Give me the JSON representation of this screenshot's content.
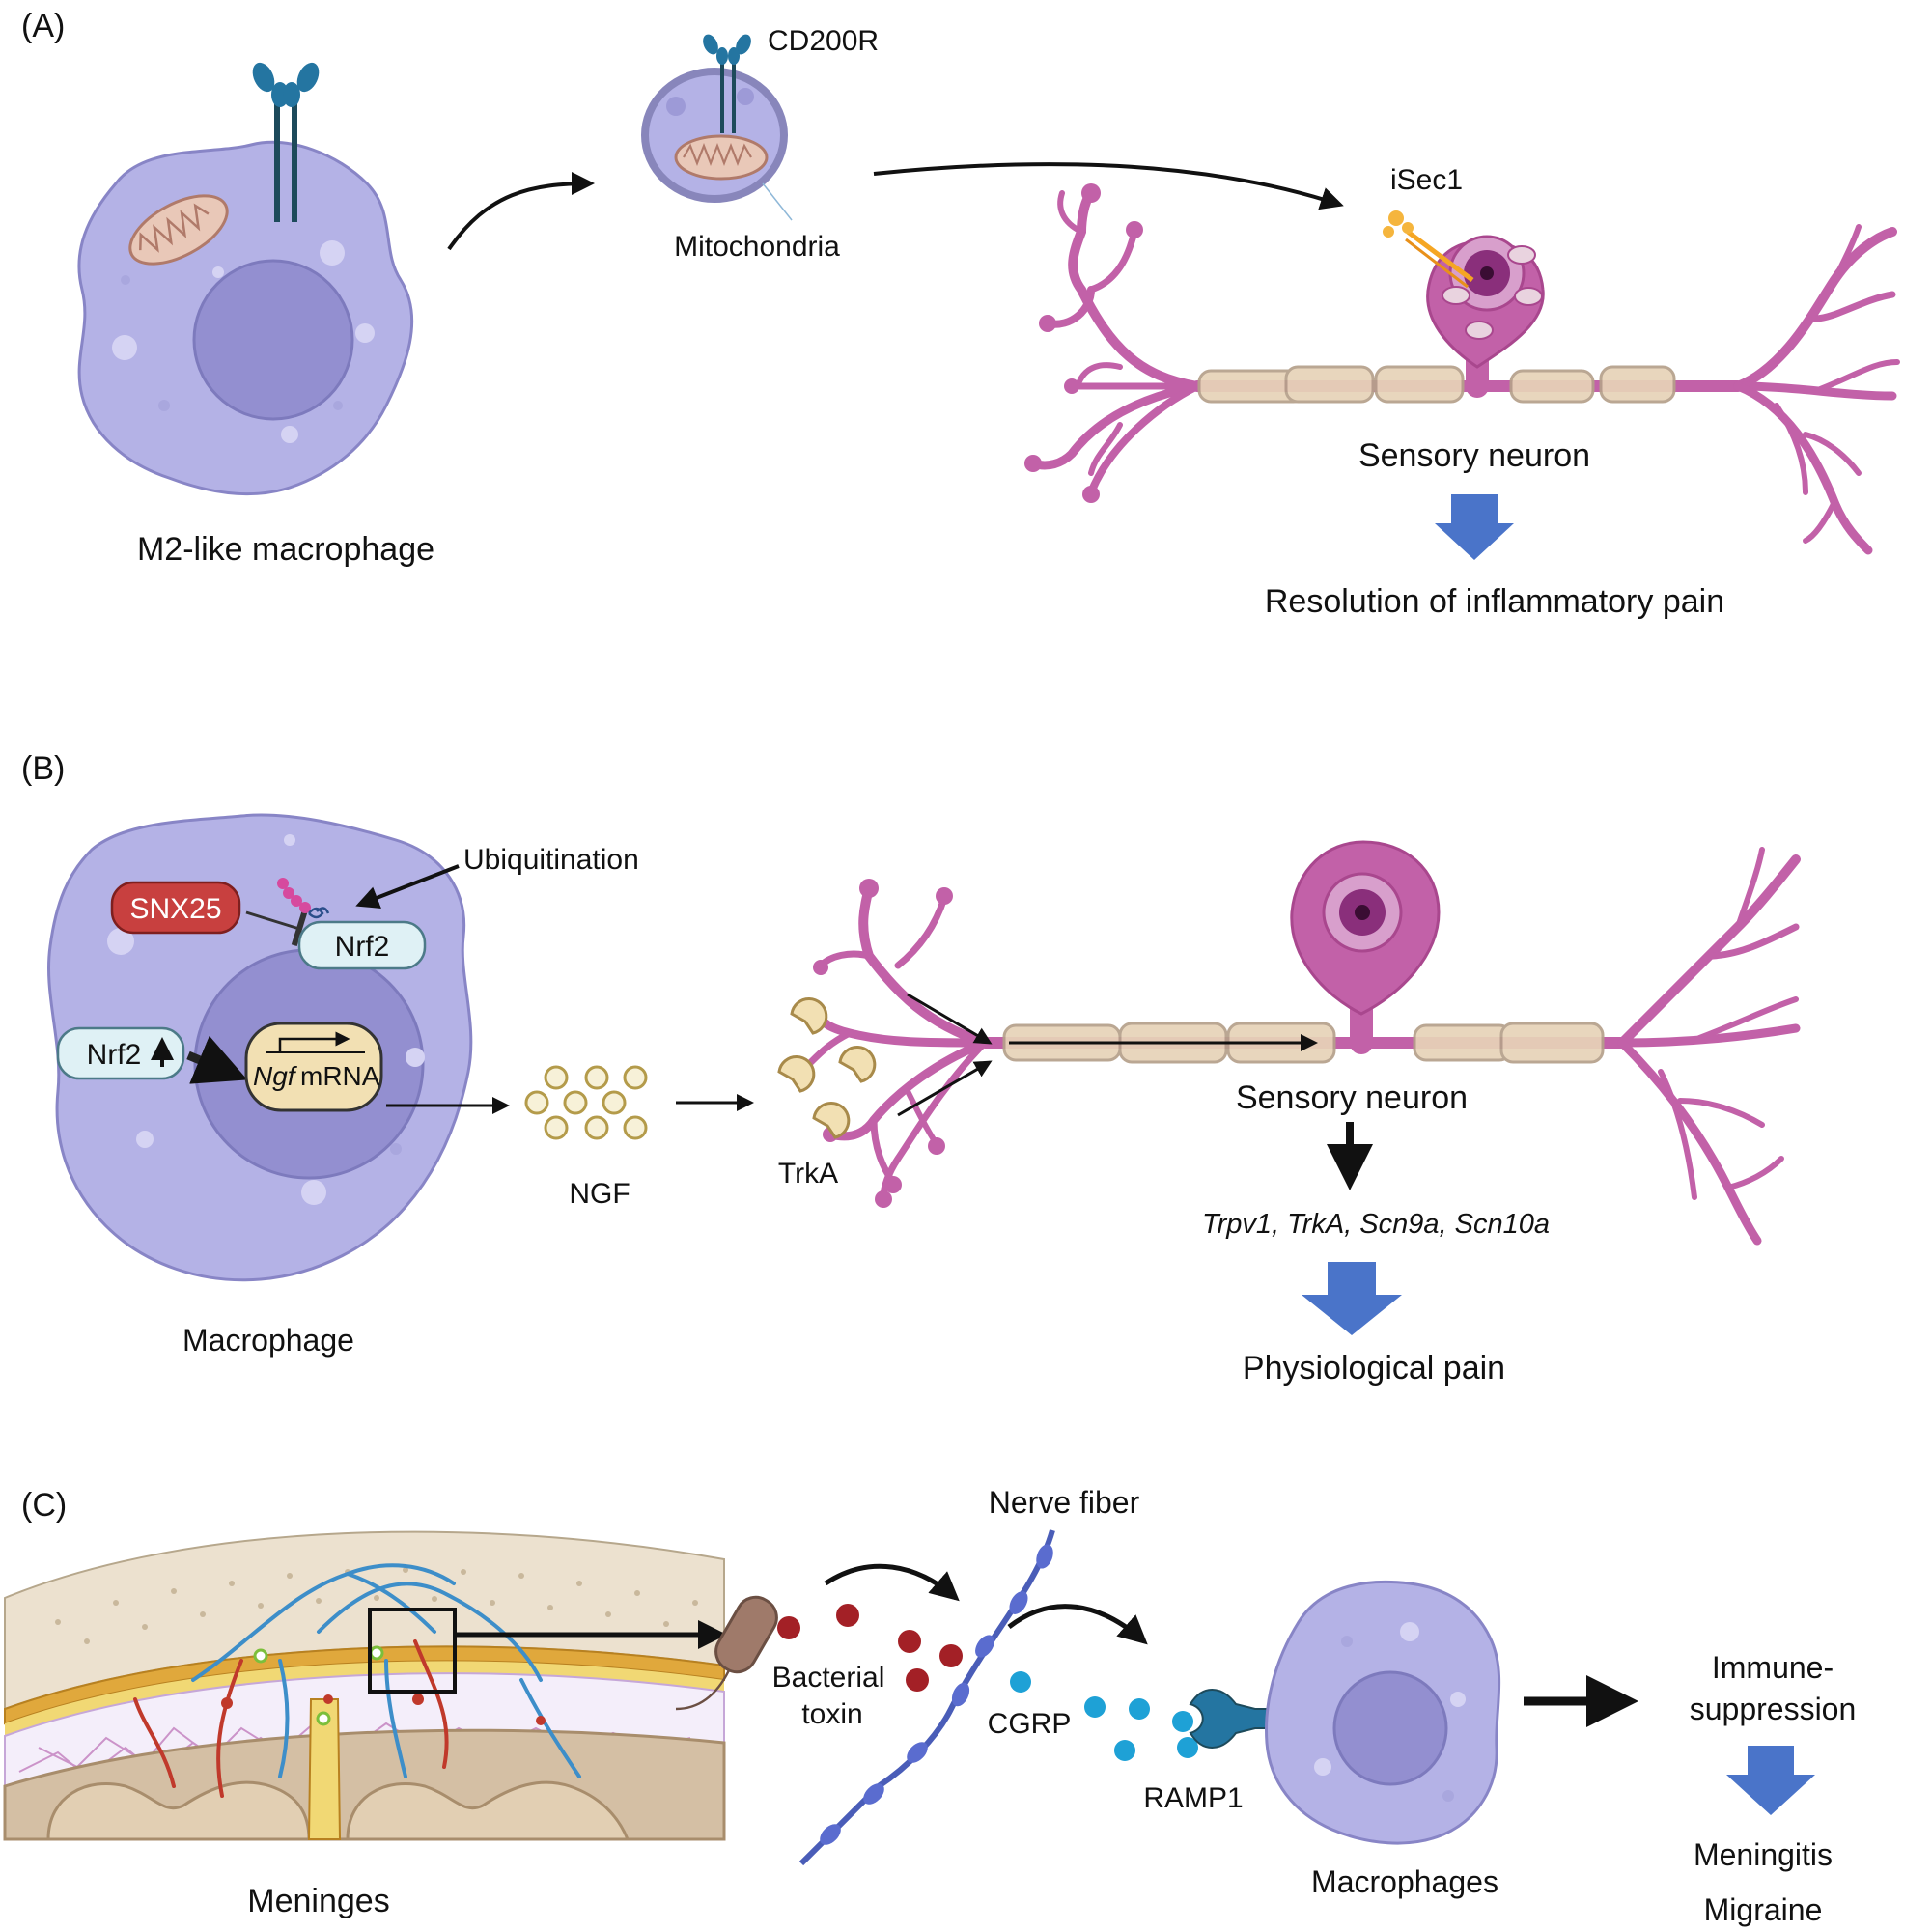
{
  "panel_a": {
    "label": "(A)",
    "cd200r": "CD200R",
    "mitochondria": "Mitochondria",
    "isec1": "iSec1",
    "macrophage": "M2-like macrophage",
    "neuron": "Sensory neuron",
    "outcome": "Resolution of inflammatory pain"
  },
  "panel_b": {
    "label": "(B)",
    "ubiquitination": "Ubiquitination",
    "snx25": "SNX25",
    "nrf2_cyto": "Nrf2",
    "nrf2_nuc": "Nrf2",
    "ngf_gene": "Ngf",
    "mrna": "mRNA",
    "ngf": "NGF",
    "trka": "TrkA",
    "neuron": "Sensory neuron",
    "genes": "Trpv1, TrkA, Scn9a, Scn10a",
    "macrophage": "Macrophage",
    "outcome": "Physiological pain"
  },
  "panel_c": {
    "label": "(C)",
    "nerve_fiber": "Nerve fiber",
    "bacterial": "Bacterial",
    "toxin": "toxin",
    "cgrp": "CGRP",
    "ramp1": "RAMP1",
    "meninges": "Meninges",
    "macrophages": "Macrophages",
    "immune1": "Immune-",
    "immune2": "suppression",
    "meningitis": "Meningitis",
    "migraine": "Migraine"
  },
  "colors": {
    "macrophage_fill": "#b4b2e6",
    "neuron": "#c261a8",
    "myelin": "#e7d3b8",
    "blue_arrow": "#4a74c9",
    "snx25": "#c8403f",
    "nrf2": "#dff1f5"
  }
}
